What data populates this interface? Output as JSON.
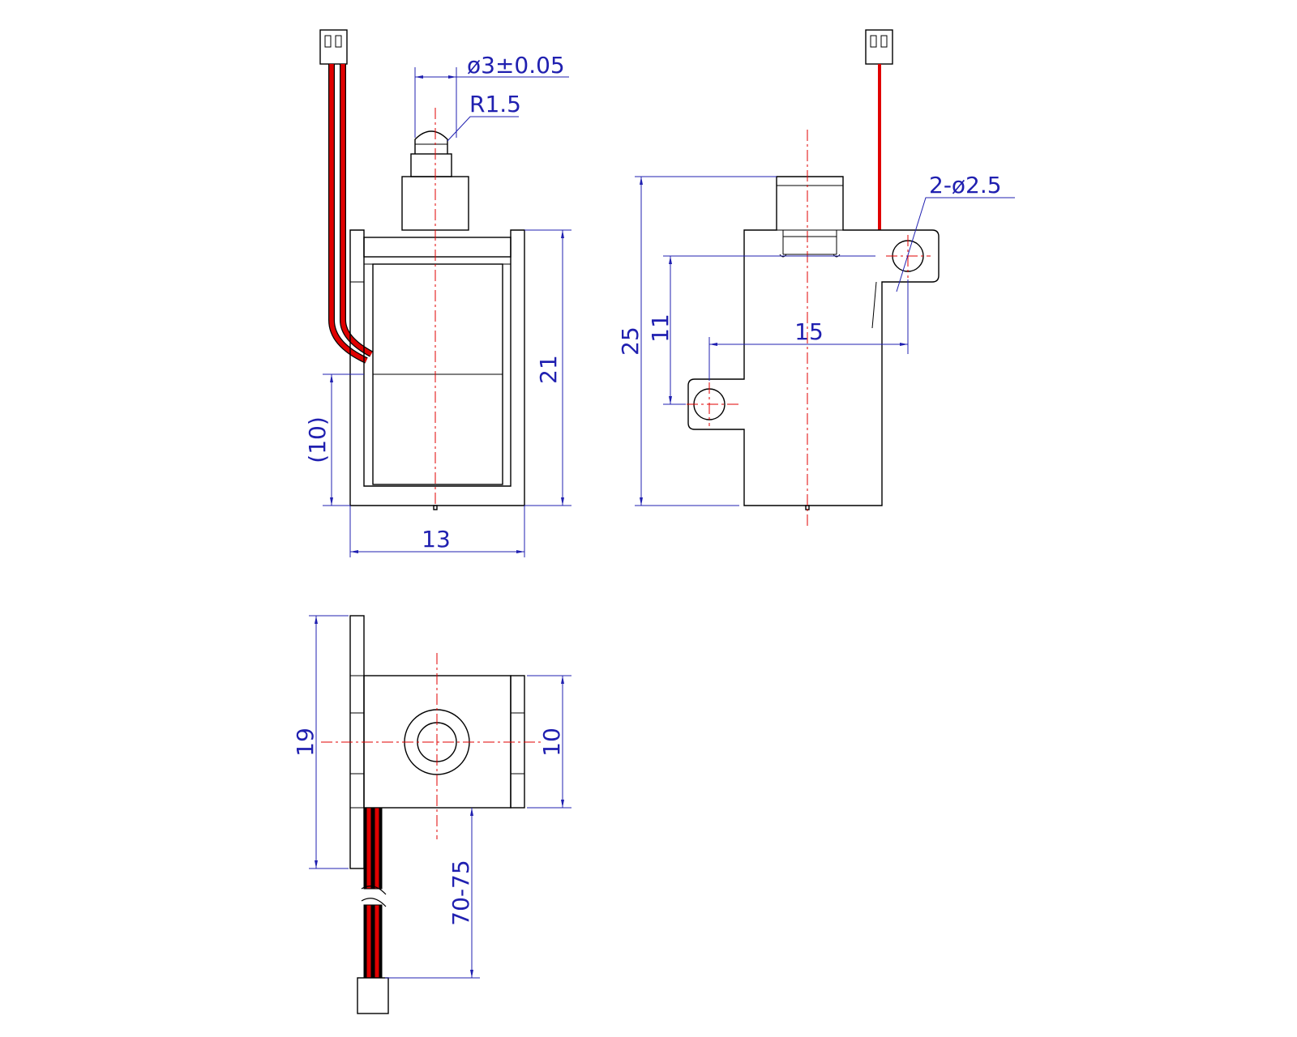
{
  "colors": {
    "outline": "#000000",
    "dimension": "#2020b0",
    "centerline": "#e00000",
    "wire": "#e00000"
  },
  "dimensions": {
    "plunger_diameter": "ø3±0.05",
    "plunger_radius": "R1.5",
    "front_height": "21",
    "front_partial_height": "(10)",
    "front_width": "13",
    "side_total_height": "25",
    "side_hole_vertical": "11",
    "side_hole_spacing": "15",
    "side_holes": "2-ø2.5",
    "bottom_flange_height": "19",
    "bottom_body_height": "10",
    "lead_length": "70-75"
  }
}
